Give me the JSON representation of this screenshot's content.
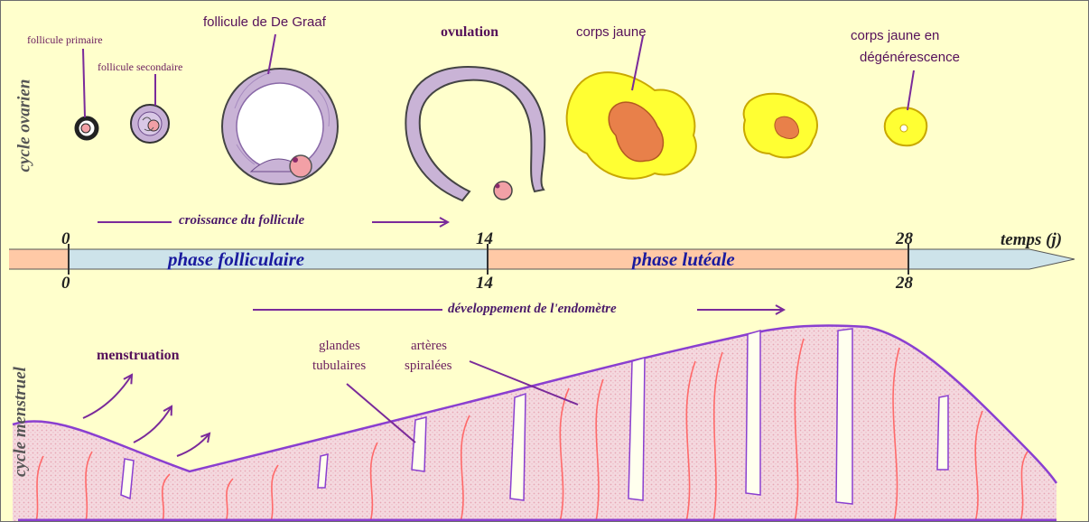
{
  "labels": {
    "cycle_ovarien": "cycle ovarien",
    "cycle_menstruel": "cycle menstruel",
    "follicule_primaire": "follicule primaire",
    "follicule_secondaire": "follicule secondaire",
    "follicule_de_graaf": "follicule de De Graaf",
    "ovulation": "ovulation",
    "corps_jaune": "corps jaune",
    "corps_jaune_degen_1": "corps jaune en",
    "corps_jaune_degen_2": "dégénérescence",
    "croissance": "croissance du follicule",
    "temps": "temps (j)",
    "phase_folliculaire": "phase folliculaire",
    "phase_luteale": "phase lutéale",
    "developpement": "développement de l'endomètre",
    "menstruation": "menstruation",
    "glandes_1": "glandes",
    "glandes_2": "tubulaires",
    "arteres_1": "artères",
    "arteres_2": "spiralées"
  },
  "axis": {
    "ticks": [
      "0",
      "14",
      "28"
    ]
  },
  "colors": {
    "background": "#ffffcc",
    "timeline_blue": "#cde3ea",
    "timeline_orange": "#ffc9a6",
    "follicle_purple": "#c9b3d6",
    "corpus_yellow": "#ffff33",
    "corpus_orange": "#e8804a",
    "endometrium": "#f2d6dc",
    "artery_red": "#ff6a6a",
    "outline_purple": "#8a3fd0"
  }
}
